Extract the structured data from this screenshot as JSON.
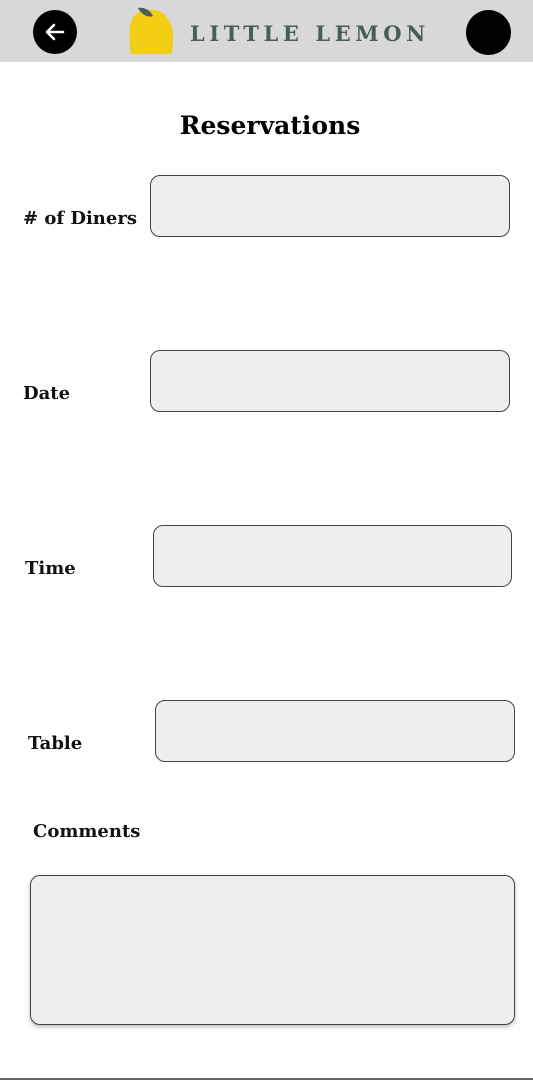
{
  "header": {
    "brand": "LITTLE LEMON",
    "back_icon": "arrow-left-icon",
    "brand_color": "#495e57",
    "lemon_color": "#f4ce14"
  },
  "form": {
    "title": "Reservations",
    "fields": [
      {
        "label": "# of Diners",
        "value": ""
      },
      {
        "label": "Date",
        "value": ""
      },
      {
        "label": "Time",
        "value": ""
      },
      {
        "label": "Table",
        "value": ""
      }
    ],
    "comments": {
      "label": "Comments",
      "value": ""
    }
  }
}
